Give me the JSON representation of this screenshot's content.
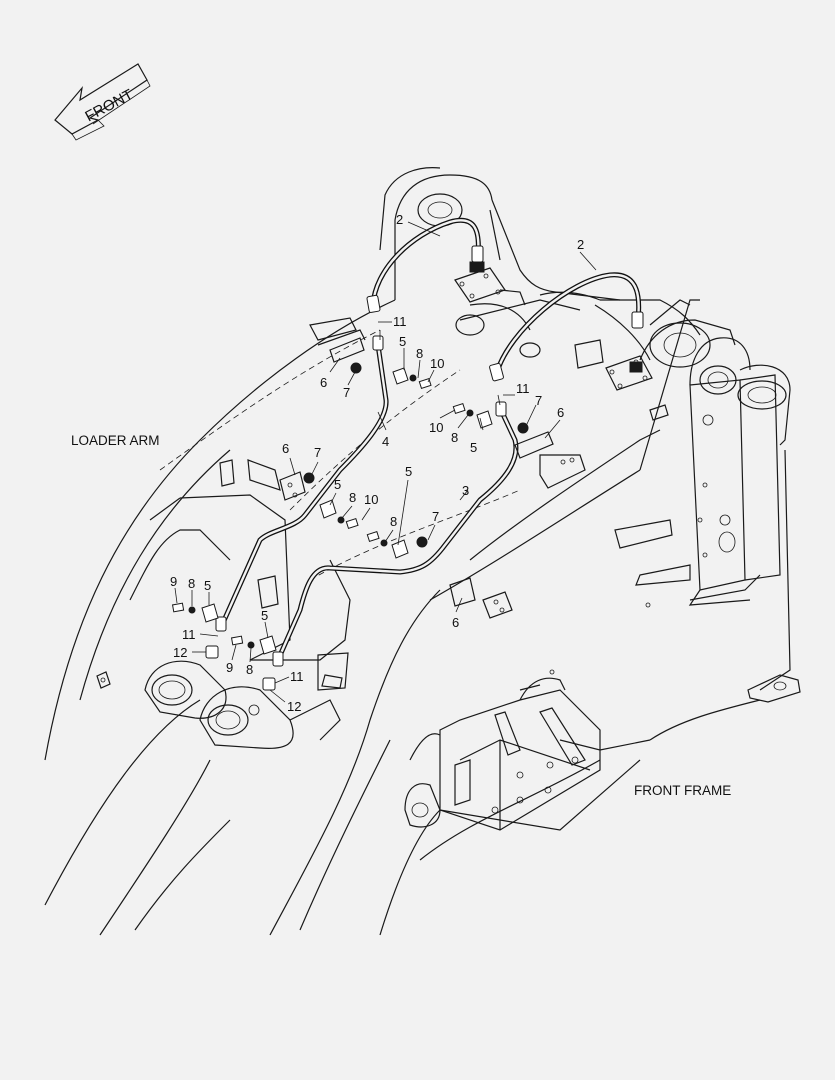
{
  "labels": {
    "front_arrow": "FRONT",
    "loader_arm": "LOADER ARM",
    "front_frame": "FRONT FRAME"
  },
  "callouts": [
    {
      "id": "c2a",
      "text": "2"
    },
    {
      "id": "c2b",
      "text": "2"
    },
    {
      "id": "c11a",
      "text": "11"
    },
    {
      "id": "c5a",
      "text": "5"
    },
    {
      "id": "c8a",
      "text": "8"
    },
    {
      "id": "c10a",
      "text": "10"
    },
    {
      "id": "c6a",
      "text": "6"
    },
    {
      "id": "c7a",
      "text": "7"
    },
    {
      "id": "c11b",
      "text": "11"
    },
    {
      "id": "c7b",
      "text": "7"
    },
    {
      "id": "c6b",
      "text": "6"
    },
    {
      "id": "c10b",
      "text": "10"
    },
    {
      "id": "c8b",
      "text": "8"
    },
    {
      "id": "c5b",
      "text": "5"
    },
    {
      "id": "c4",
      "text": "4"
    },
    {
      "id": "c6c",
      "text": "6"
    },
    {
      "id": "c7c",
      "text": "7"
    },
    {
      "id": "c3",
      "text": "3"
    },
    {
      "id": "c5c",
      "text": "5"
    },
    {
      "id": "c8c",
      "text": "8"
    },
    {
      "id": "c10c",
      "text": "10"
    },
    {
      "id": "c8d",
      "text": "8"
    },
    {
      "id": "c5d",
      "text": "5"
    },
    {
      "id": "c7d",
      "text": "7"
    },
    {
      "id": "c9a",
      "text": "9"
    },
    {
      "id": "c8e",
      "text": "8"
    },
    {
      "id": "c5e",
      "text": "5"
    },
    {
      "id": "c6d",
      "text": "6"
    },
    {
      "id": "c11c",
      "text": "11"
    },
    {
      "id": "c12a",
      "text": "12"
    },
    {
      "id": "c5f",
      "text": "5"
    },
    {
      "id": "c9b",
      "text": "9"
    },
    {
      "id": "c8f",
      "text": "8"
    },
    {
      "id": "c11d",
      "text": "11"
    },
    {
      "id": "c12b",
      "text": "12"
    }
  ]
}
